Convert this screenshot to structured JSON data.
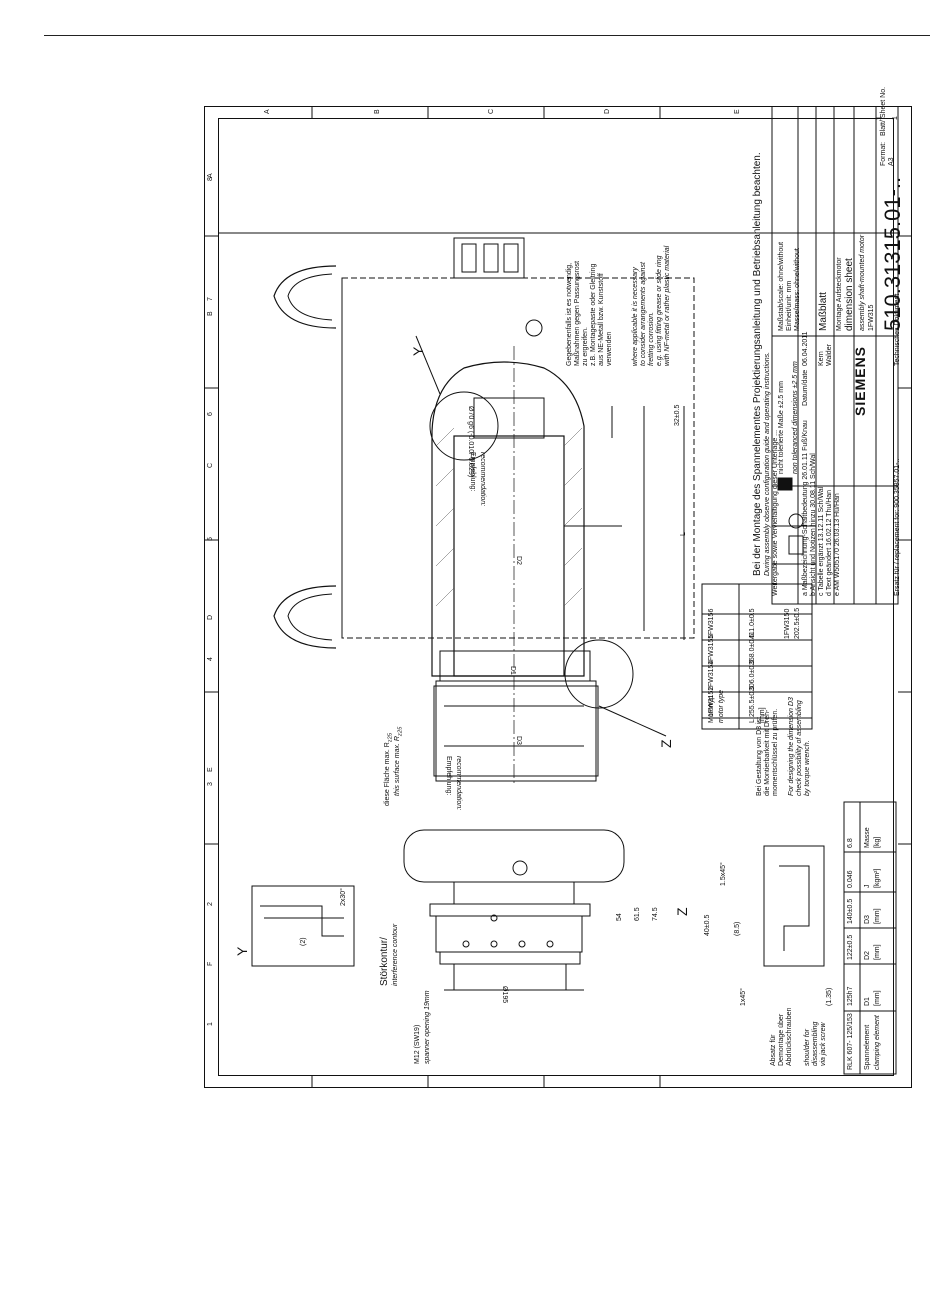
{
  "grid": {
    "letters": [
      "A",
      "B",
      "C",
      "D",
      "E",
      "F"
    ],
    "numbers": [
      "1",
      "2",
      "3",
      "4",
      "5",
      "6",
      "7",
      "8"
    ]
  },
  "notes": {
    "mounting": "Gegebenenfalls ist es notwendig,\nMaßnahmen gegen Passungsrost\nzu ergreifen.\nz.B. Montagepaste oder Gleitring\naus NE-Metall bzw. Kunststoff\nverwenden",
    "mounting_en": "where applicable it is necessary\nto consider arrangements against\nfretting corrosion.\ne.g. using fitting grease or slide ring\nwith NF-metal or rather plastic material",
    "assembly": "Bei der Montage des Spannelementes Projektierungsanleitung und Betriebsanleitung beachten.",
    "assembly_en": "During assembly observe configuration guide and operating instructions.",
    "d3_design": "Bei Gestaltung von D3 ist\ndie Montierbarkeit mit Dreh-\nmomentschlüssel zu prüfen.",
    "d3_design_en": "For designing the dimension D3\ncheck possibility of assembling\nby torque wrench.",
    "surface": "diese Fläche max. R",
    "surface_sub": "z25",
    "surface_en": "this surface max. R",
    "recommend": "Empfehlung:",
    "recommend_en": "recommendation:",
    "interference": "Störkontur/",
    "interference_en": "interference contour",
    "m12": "M12 (SW19)",
    "m12_en": "spanner opening 19mm",
    "shoulder": "Absatz für\nDemontage über\nAbdrückschrauben",
    "shoulder_en": "shoulder for\ndisassembling\nvia jack screw"
  },
  "labels": {
    "y_top": "Y",
    "z_bottom": "Z",
    "y_detail": "Y",
    "z_detail": "Z",
    "d1": "D1",
    "d2": "D2",
    "d3": "D3",
    "l": "L",
    "fit": "Ø70 g6 (-0.010/-0.029)",
    "d32": "32±0.5",
    "d195": "Ø195",
    "d54": "54",
    "d615": "61.5",
    "d745": "74.5",
    "d40": "40±0.5",
    "d85": "(8.5)",
    "d15x45": "1.5x45°",
    "d1x45": "1x45°",
    "d135": "(1.35)",
    "d2x30": "2x30°",
    "d2p": "(2)"
  },
  "motor_table": {
    "rows": [
      [
        "1FW3156",
        "411.0±0.5"
      ],
      [
        "1FW3155",
        "358.0±0.5"
      ],
      [
        "1FW3154",
        "306.0±0.5"
      ],
      [
        "1FW3152",
        "255.5±0.5"
      ],
      [
        "1FW3150",
        "202.5±0.5"
      ]
    ],
    "head": [
      "Motortyp",
      "L"
    ],
    "head_en": [
      "motor type",
      "[mm]"
    ]
  },
  "clamp_table": {
    "values": [
      "RLK 607- 125/153",
      "125h7",
      "122±0.5",
      "140±0.5",
      "0.046",
      "6.8"
    ],
    "heads": [
      "Spannelement",
      "D1",
      "D2",
      "D3",
      "J",
      "Masse"
    ],
    "heads_en": [
      "clamping element",
      "[mm]",
      "[mm]",
      "[mm]",
      "[kgm²]",
      "[kg]"
    ]
  },
  "title_block": {
    "changes": [
      [
        "a",
        "Maßbezeichnung-Schaltbedeutung",
        "26.01.11",
        "Fuß/Knau"
      ],
      [
        "b",
        "Ansicht und Notizen hinzu",
        "30.08.11",
        "Sch/Wal"
      ],
      [
        "c",
        "Tabelle ergänzt",
        "13.12.11",
        "Sch/Wal"
      ],
      [
        "d",
        "Text geändert",
        "16.02.12",
        "Thu/Han"
      ],
      [
        "e",
        "AM W505170",
        "26.03.13",
        "Hu/Han"
      ]
    ],
    "tolerance": "nicht tolerierte Maße ±2.5 mm",
    "tolerance_en": "non toleranced dimensions ±2.5 mm",
    "date_head": "Datum/date",
    "date": "06.04.2011",
    "names": [
      "Kern",
      "Walder"
    ],
    "brand": "SIEMENS",
    "title": "Maßblatt",
    "subtitle": "Montage Aufsteckmotor",
    "title_en": "dimension sheet",
    "subtitle_en": "assembly shaft-mounted motor",
    "product": "1FW315",
    "drawing_no": "510.31315.01-..",
    "replacement": "Ersatz für / replacement for: 900.35857.01-..",
    "format": "A3",
    "sheet": "1",
    "sheets": "1",
    "format_label": "Format:",
    "sheet_label": "Blatt/ Sheet No.",
    "scale_label": "Maßstab/scale: ohne/without",
    "unit_label": "Einheit/unit: mm",
    "mass_label": "Masse/mass: ohne/without",
    "tech_doc": "Technisches Dokument",
    "copyright": "Weitergabe sowie Vervielfältigung dieser Unterlage ..."
  }
}
